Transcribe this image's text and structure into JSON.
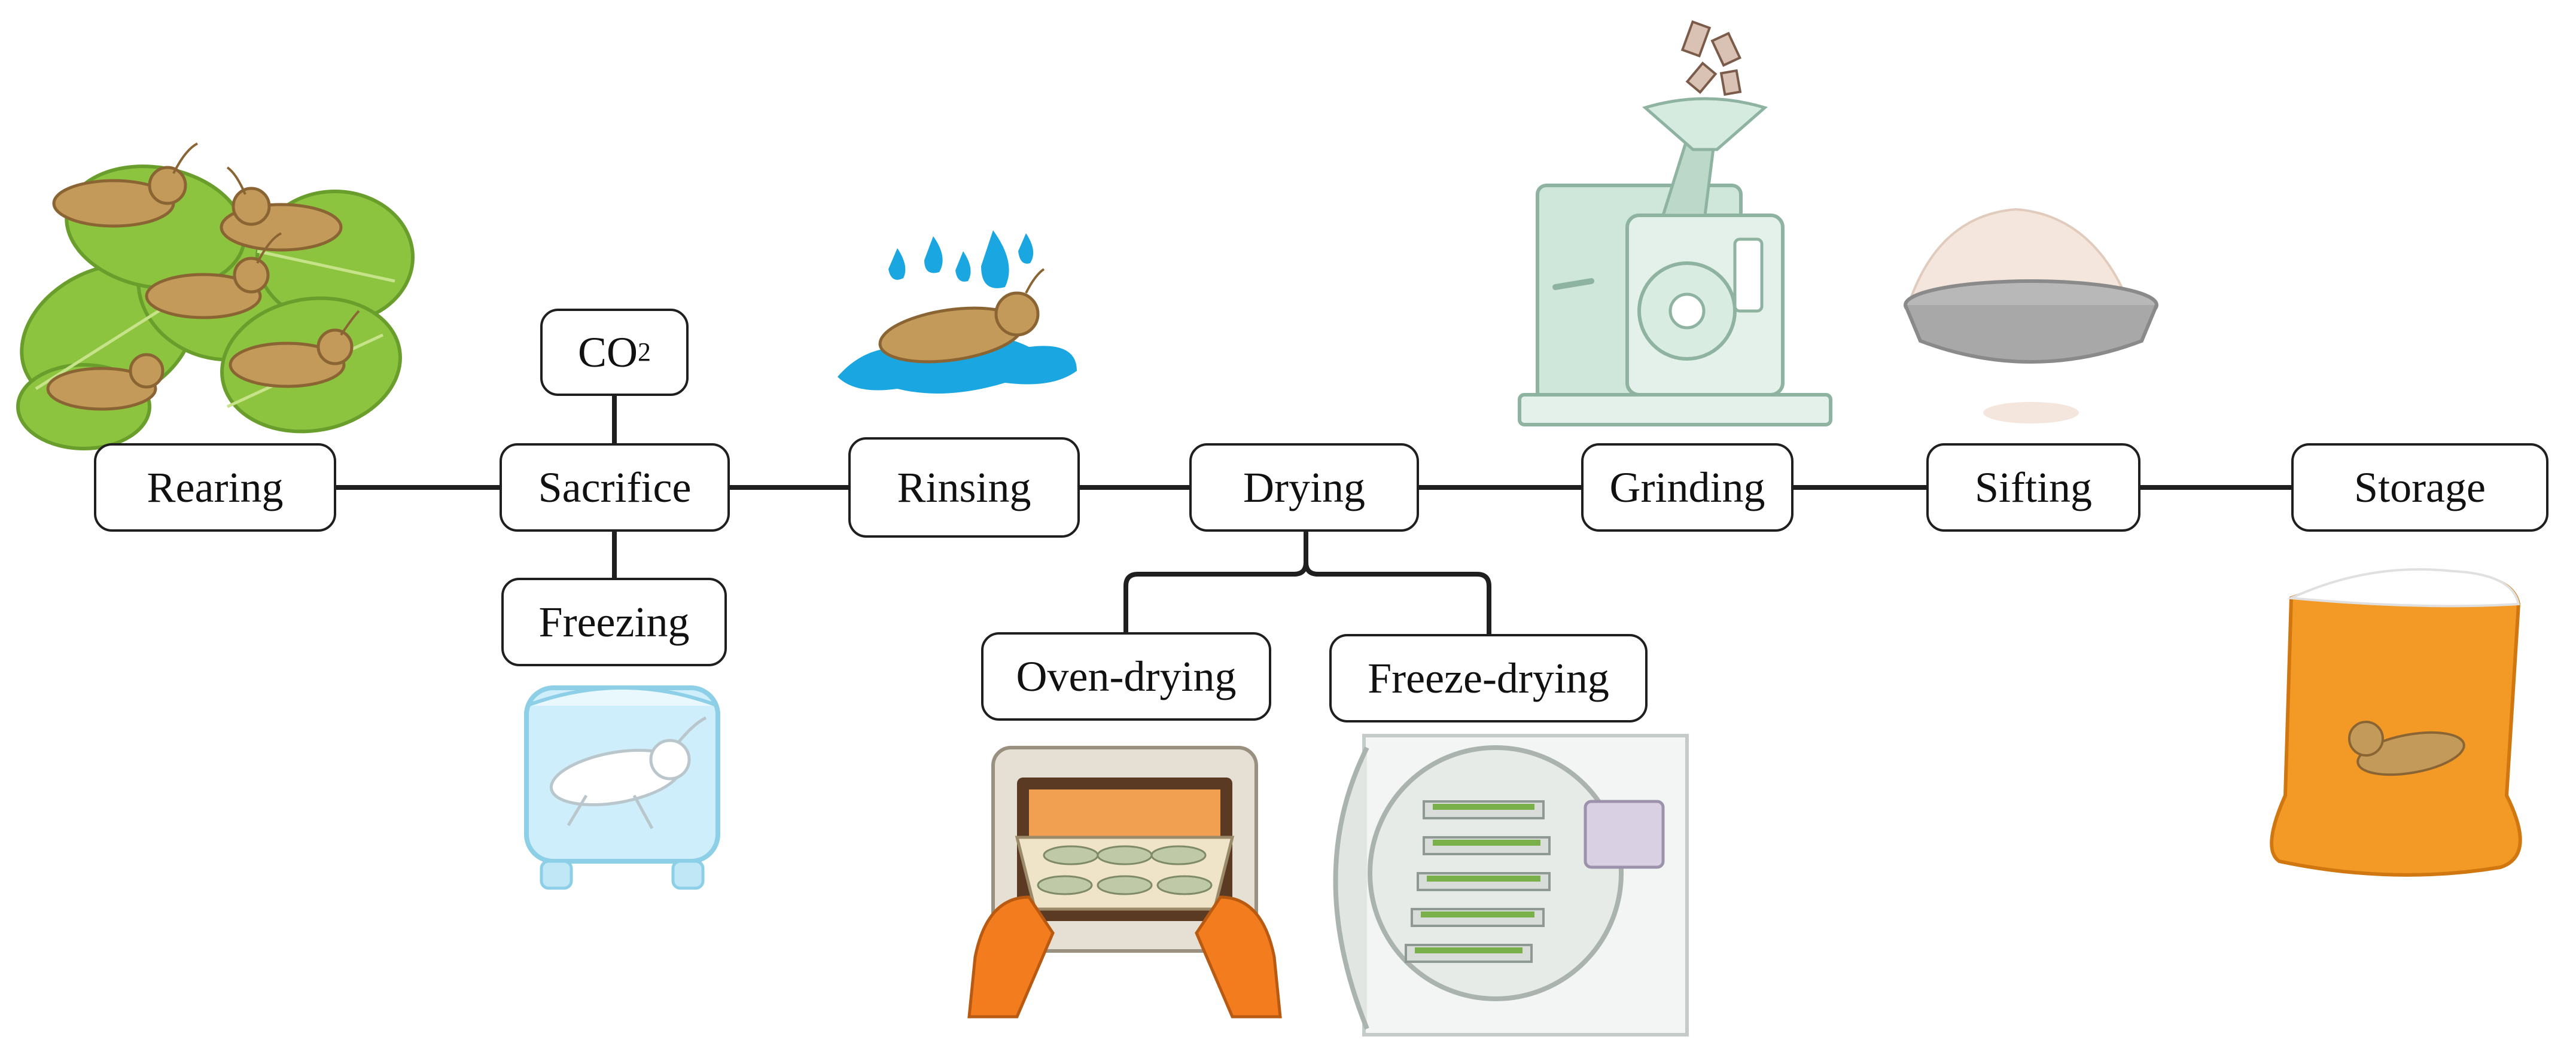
{
  "steps": {
    "rearing": "Rearing",
    "sacrifice": "Sacrifice",
    "rinsing": "Rinsing",
    "drying": "Drying",
    "grinding": "Grinding",
    "sifting": "Sifting",
    "storage": "Storage"
  },
  "sacrifice_methods": {
    "co2_base": "CO",
    "co2_sub": "2",
    "freezing": "Freezing"
  },
  "drying_methods": {
    "oven": "Oven-drying",
    "freeze": "Freeze-drying"
  },
  "colors": {
    "line": "#1f1f1f",
    "leaf": "#8cc43f",
    "cricket": "#c49a5a",
    "water": "#1aa6e0",
    "ice": "#cdeefa",
    "machine": "#cfe6da",
    "powder": "#f4e6dc",
    "bag": "#f39a26",
    "glove": "#f37c1e"
  },
  "icons": [
    "crickets-on-leaves-icon",
    "water-splash-cricket-icon",
    "ice-cube-cricket-icon",
    "grinder-machine-icon",
    "powder-sieve-icon",
    "oven-tray-icon",
    "freeze-dryer-icon",
    "storage-bag-icon"
  ]
}
